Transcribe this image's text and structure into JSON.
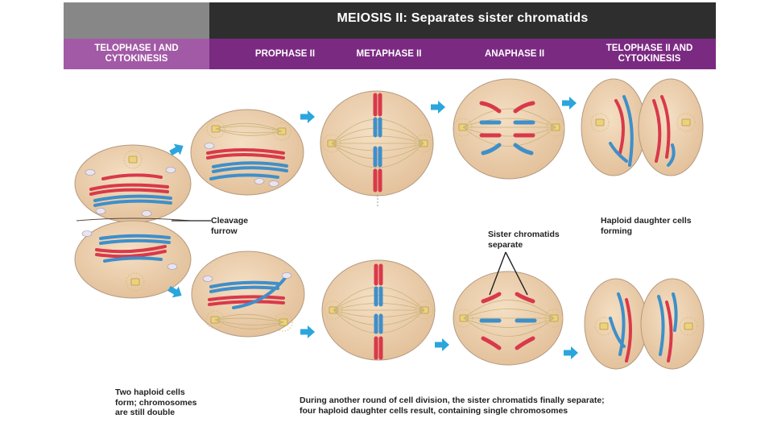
{
  "header": {
    "title": "MEIOSIS II: Separates sister chromatids",
    "stages": [
      "TELOPHASE I AND\nCYTOKINESIS",
      "PROPHASE II",
      "METAPHASE II",
      "ANAPHASE II",
      "TELOPHASE II AND\nCYTOKINESIS"
    ]
  },
  "labels": {
    "cleavage_furrow": "Cleavage\nfurrow",
    "haploid_forming": "Haploid daughter cells\nforming",
    "sister_separate": "Sister chromatids\nseparate",
    "two_haploid": "Two haploid cells\nform; chromosomes\nare still double",
    "caption": "During another round of cell division, the sister chromatids finally separate;\nfour haploid daughter cells result, containing single chromosomes"
  },
  "colors": {
    "cell_fill": "#ecd0b0",
    "cell_stroke": "#b39a80",
    "chromosome_red": "#d9394a",
    "chromosome_blue": "#3f8fc9",
    "spindle": "#c9b37a",
    "centrosome": "#e6c85e",
    "arrow": "#2aa6dc",
    "header_dark": "#2e2e2e",
    "stage_purple": "#7b2a82"
  },
  "icons": [
    "arrow-right-icon",
    "centrosome-icon",
    "chromosome-icon"
  ]
}
